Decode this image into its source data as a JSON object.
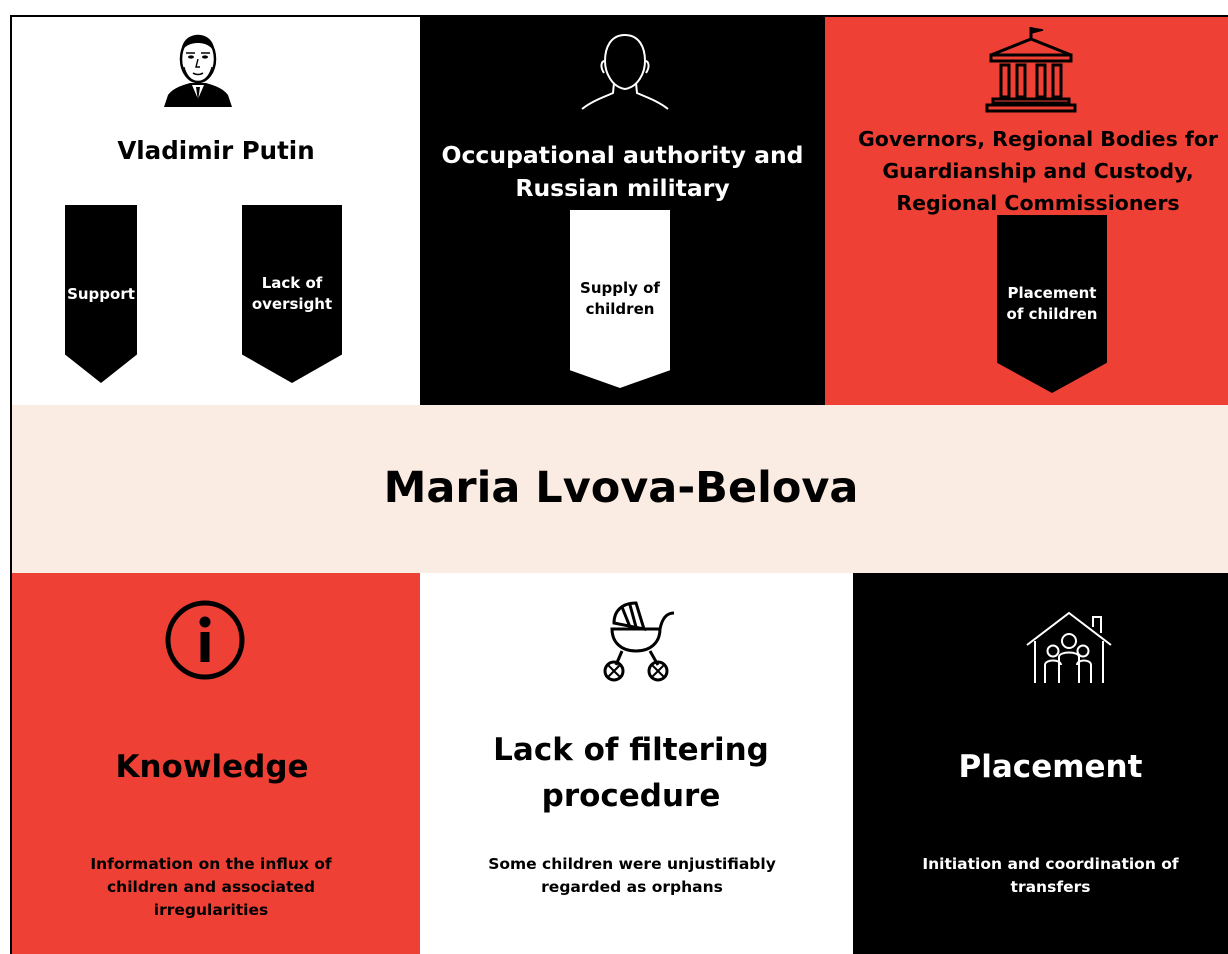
{
  "colors": {
    "red": "#ef4035",
    "black": "#000000",
    "white": "#ffffff",
    "beige": "#faece2"
  },
  "top": {
    "putin": {
      "icon": "portrait-icon",
      "title": "Vladimir Putin",
      "banners": [
        "Support",
        "Lack of oversight"
      ]
    },
    "military": {
      "icon": "head-silhouette-icon",
      "title": "Occupational authority and Russian military",
      "banner": "Supply of children"
    },
    "governors": {
      "icon": "government-building-icon",
      "title": "Governors, Regional Bodies for Guardianship and Custody, Regional Commissioners",
      "banner": "Placement of children"
    }
  },
  "center": {
    "name": "Maria Lvova-Belova"
  },
  "bottom": {
    "knowledge": {
      "icon": "info-icon",
      "title": "Knowledge",
      "text": "Information on the influx of children and associated irregularities"
    },
    "filtering": {
      "icon": "baby-stroller-icon",
      "title": "Lack of filtering procedure",
      "text": "Some children were unjustifiably regarded as orphans"
    },
    "placement": {
      "icon": "house-family-icon",
      "title": "Placement",
      "text": "Initiation and coordination of transfers"
    }
  }
}
